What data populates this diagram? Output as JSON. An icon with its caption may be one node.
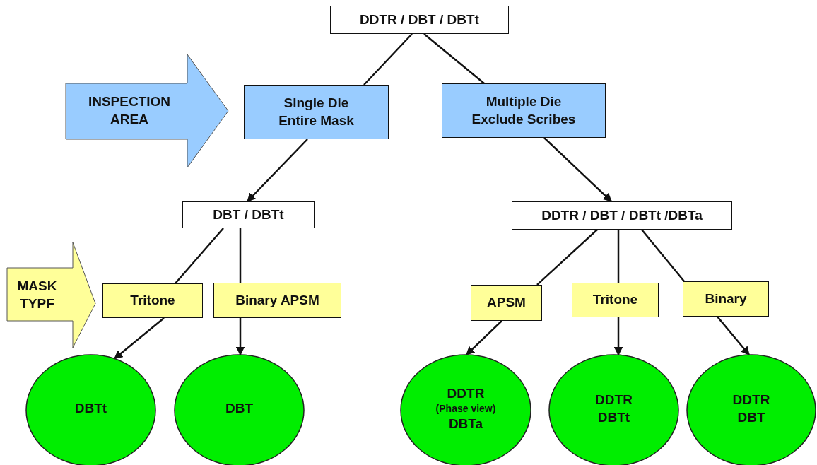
{
  "diagram": {
    "nodes": [
      {
        "text": [
          "DDTR / DBT / DBTt"
        ]
      },
      {
        "text": [
          "INSPECTION AREA"
        ]
      },
      {
        "text": [
          "Single Die Entire Mask"
        ]
      },
      {
        "text": [
          "Multiple Die Exclude Scribes"
        ]
      },
      {
        "text": [
          "DBT / DBTt"
        ]
      },
      {
        "text": [
          "DDTR / DBT / DBTt /DBTa"
        ]
      },
      {
        "text": [
          "MASK TYPF"
        ]
      },
      {
        "text": [
          "Tritone"
        ]
      },
      {
        "text": [
          "Binary APSM"
        ]
      },
      {
        "text": [
          "APSM"
        ]
      },
      {
        "text": [
          "Tritone"
        ]
      },
      {
        "text": [
          "Binary"
        ]
      },
      {
        "text": [
          "DBTt"
        ]
      },
      {
        "text": [
          "DBT"
        ]
      },
      {
        "text": [
          "DDTR",
          "(Phase view)",
          "DBTa"
        ]
      },
      {
        "text": [
          "DDTR",
          "DBTt"
        ]
      },
      {
        "text": [
          "DDTR",
          "DBT"
        ]
      }
    ],
    "edges": [
      {
        "from": 0,
        "to": 2,
        "arrow": "none"
      },
      {
        "from": 0,
        "to": 3,
        "arrow": "none"
      },
      {
        "from": 2,
        "to": 4,
        "arrow": "to"
      },
      {
        "from": 3,
        "to": 5,
        "arrow": "to"
      },
      {
        "from": 4,
        "to": 7,
        "arrow": "none"
      },
      {
        "from": 4,
        "to": 8,
        "arrow": "none"
      },
      {
        "from": 5,
        "to": 9,
        "arrow": "none"
      },
      {
        "from": 5,
        "to": 10,
        "arrow": "none"
      },
      {
        "from": 5,
        "to": 11,
        "arrow": "none"
      },
      {
        "from": 7,
        "to": 12,
        "arrow": "to"
      },
      {
        "from": 8,
        "to": 13,
        "arrow": "to"
      },
      {
        "from": 9,
        "to": 14,
        "arrow": "to"
      },
      {
        "from": 10,
        "to": 15,
        "arrow": "to"
      },
      {
        "from": 11,
        "to": 16,
        "arrow": "to"
      }
    ]
  }
}
